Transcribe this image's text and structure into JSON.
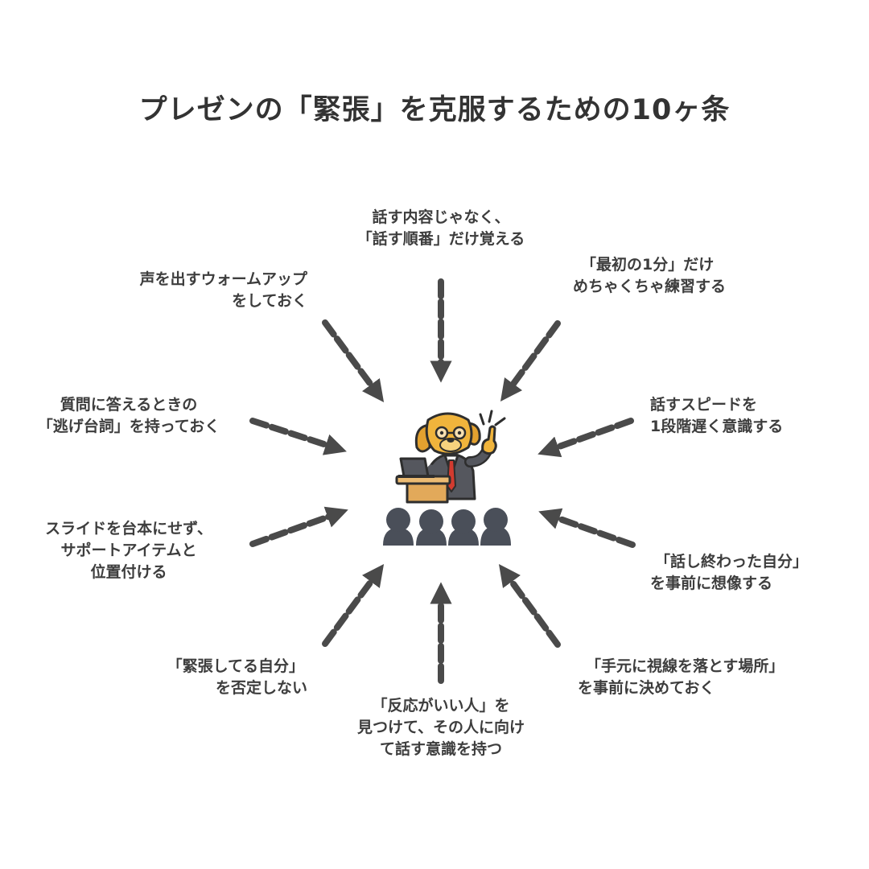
{
  "title": "プレゼンの「緊張」を克服するための10ヶ条",
  "tips": [
    {
      "lines": [
        "話す内容じゃなく、",
        "「話す順番」だけ覚える"
      ]
    },
    {
      "lines": [
        "「最初の1分」だけ",
        "めちゃくちゃ練習する"
      ]
    },
    {
      "lines": [
        "話すスピードを",
        "1段階遅く意識する"
      ]
    },
    {
      "lines": [
        "「話し終わった自分」",
        "を事前に想像する"
      ]
    },
    {
      "lines": [
        "「手元に視線を落とす場所」",
        "を事前に決めておく"
      ]
    },
    {
      "lines": [
        "「反応がいい人」を",
        "見つけて、その人に向け",
        "て話す意識を持つ"
      ]
    },
    {
      "lines": [
        "「緊張してる自分」",
        "を否定しない"
      ]
    },
    {
      "lines": [
        "スライドを台本にせず、",
        "サポートアイテムと",
        "位置付ける"
      ]
    },
    {
      "lines": [
        "質問に答えるときの",
        "「逃げ台詞」を持っておく"
      ]
    },
    {
      "lines": [
        "声を出すウォームアップ",
        "をしておく"
      ]
    }
  ],
  "colors": {
    "text": "#3d3d3d",
    "arrow": "#4a4a4a",
    "audience": "#4a4f59",
    "dog": "#f0b43c",
    "podium": "#e2a95a",
    "suit": "#55575e",
    "tie": "#d23b2f"
  },
  "icons": [
    "presenter-dog-icon",
    "podium-icon",
    "laptop-icon",
    "audience-icon",
    "arrow-icon"
  ]
}
